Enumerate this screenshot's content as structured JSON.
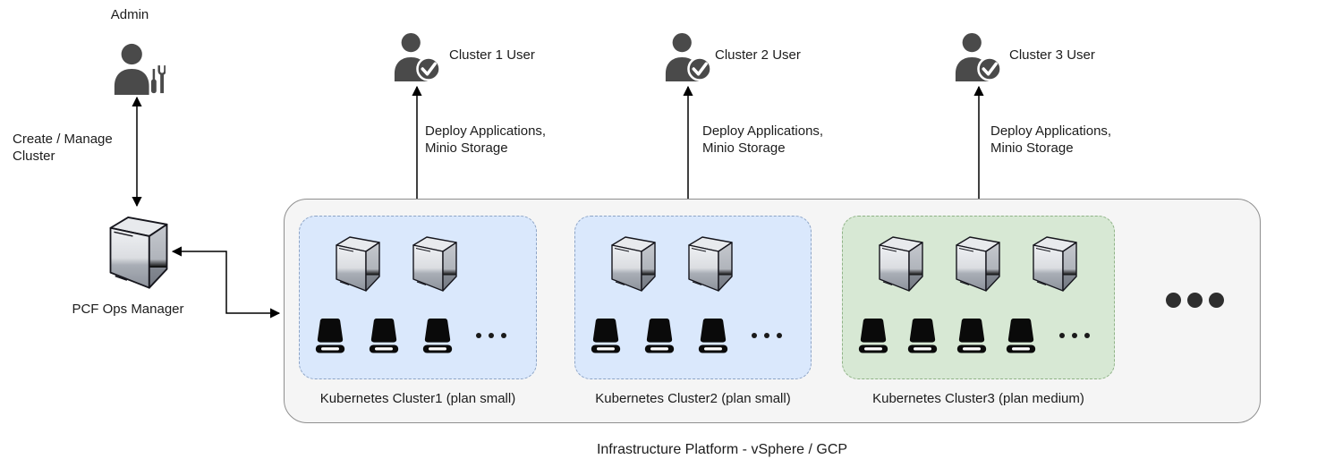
{
  "admin": {
    "label": "Admin",
    "action": "Create / Manage Cluster",
    "icon": "admin-user-tools-icon"
  },
  "ops_manager": {
    "label": "PCF Ops Manager",
    "icon": "server-3d-icon"
  },
  "users": [
    {
      "label": "Cluster 1 User",
      "action": "Deploy Applications, Minio Storage",
      "icon": "user-check-icon"
    },
    {
      "label": "Cluster 2 User",
      "action": "Deploy Applications, Minio Storage",
      "icon": "user-check-icon"
    },
    {
      "label": "Cluster 3 User",
      "action": "Deploy Applications, Minio Storage",
      "icon": "user-check-icon"
    }
  ],
  "platform": {
    "label": "Infrastructure Platform - vSphere / GCP",
    "fill": "#f5f5f5",
    "border": "#8f8f8f",
    "clusters": [
      {
        "label": "Kubernetes Cluster1 (plan small)",
        "server_count": 2,
        "storage_count": 3,
        "fill": "#dae8fc",
        "stroke": "#8da4c6"
      },
      {
        "label": "Kubernetes Cluster2 (plan small)",
        "server_count": 2,
        "storage_count": 3,
        "fill": "#dae8fc",
        "stroke": "#8da4c6"
      },
      {
        "label": "Kubernetes Cluster3 (plan medium)",
        "server_count": 3,
        "storage_count": 4,
        "fill": "#d7e8d4",
        "stroke": "#8fb286"
      }
    ]
  },
  "colors": {
    "person_icon": "#4a4a4a",
    "arrow": "#000000",
    "storage_icon": "#0a0a0a",
    "text": "#1c1c1c",
    "blue_cluster_fill": "#dae8fc",
    "blue_cluster_border": "#8da4c6",
    "green_cluster_fill": "#d7e8d4",
    "green_cluster_border": "#8fb286"
  }
}
